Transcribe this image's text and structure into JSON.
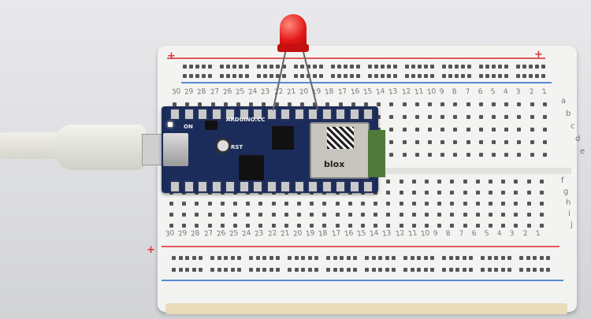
{
  "scene": {
    "description_labels": {
      "board_silkscreen": "ARDUINO.CC",
      "power_label": "ON",
      "reset_label": "RST",
      "module_brand": "blox"
    },
    "breadboard": {
      "columns": [
        "30",
        "29",
        "28",
        "27",
        "26",
        "25",
        "24",
        "23",
        "22",
        "21",
        "20",
        "19",
        "18",
        "17",
        "16",
        "15",
        "14",
        "13",
        "12",
        "11",
        "10",
        "9",
        "8",
        "7",
        "6",
        "5",
        "4",
        "3",
        "2",
        "1"
      ],
      "top_rows": [
        "a",
        "b",
        "c",
        "d",
        "e"
      ],
      "bottom_rows": [
        "f",
        "g",
        "h",
        "i",
        "j"
      ],
      "plus_sign": "+",
      "colors": {
        "positive_rail": "#e05a5a",
        "negative_rail": "#5a8ad8"
      }
    },
    "colors": {
      "board": "#1c2c5a",
      "led": "#e21818"
    }
  }
}
